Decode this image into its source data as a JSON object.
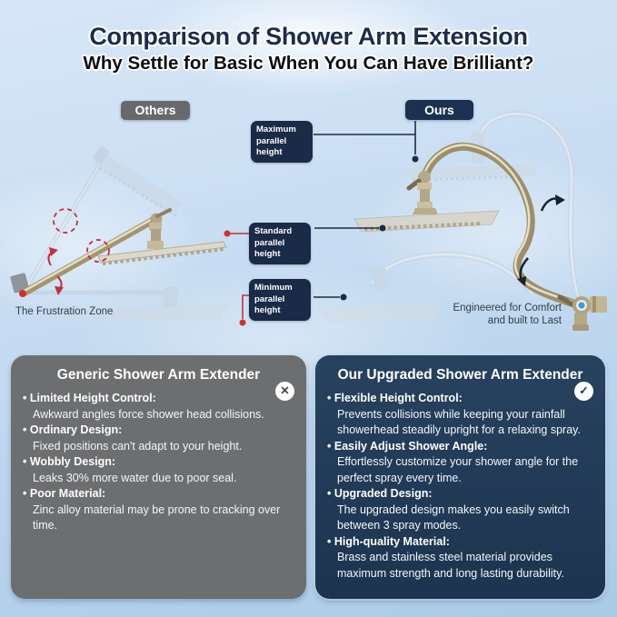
{
  "header": {
    "title": "Comparison of Shower Arm Extension",
    "subtitle": "Why Settle for Basic When You Can Have Brilliant?"
  },
  "badges": {
    "others": "Others",
    "ours": "Ours"
  },
  "callouts": {
    "maximum": {
      "line1": "Maximum",
      "line2": "parallel height"
    },
    "standard": {
      "line1": "Standard",
      "line2": "parallel height"
    },
    "minimum": {
      "line1": "Minimum",
      "line2": "parallel height"
    }
  },
  "captions": {
    "frustration_zone": "The Frustration Zone",
    "engineered_line1": "Engineered for Comfort",
    "engineered_line2": "and built to Last"
  },
  "panels": {
    "generic": {
      "title": "Generic Shower Arm Extender",
      "icon_glyph": "✕",
      "items": [
        {
          "heading": "Limited Height Control:",
          "description": "Awkward angles force shower head collisions."
        },
        {
          "heading": "Ordinary Design:",
          "description": "Fixed positions can't adapt to your height."
        },
        {
          "heading": "Wobbly Design:",
          "description": "Leaks 30% more water due to poor seal."
        },
        {
          "heading": "Poor Material:",
          "description": "Zinc alloy material may be prone to cracking over time."
        }
      ]
    },
    "upgraded": {
      "title": "Our Upgraded Shower Arm Extender",
      "icon_glyph": "✓",
      "items": [
        {
          "heading": "Flexible Height Control:",
          "description": "Prevents collisions while keeping your rainfall showerhead steadily upright for a relaxing spray."
        },
        {
          "heading": "Easily Adjust Shower Angle:",
          "description": "Effortlessly customize your shower angle for the perfect spray every time."
        },
        {
          "heading": "Upgraded Design:",
          "description": "The upgraded design makes you easily switch between 3 spray modes."
        },
        {
          "heading": "High-quality Material:",
          "description": "Brass and stainless steel material provides maximum strength and long lasting durability."
        }
      ]
    }
  },
  "colors": {
    "accent_red": "#c23040",
    "navy": "#1a2b48",
    "panel_gray": "#6d6e70",
    "panel_navy": "#1f3753",
    "brass": "#b6a988",
    "jewel_blue": "#3e9ad0"
  }
}
